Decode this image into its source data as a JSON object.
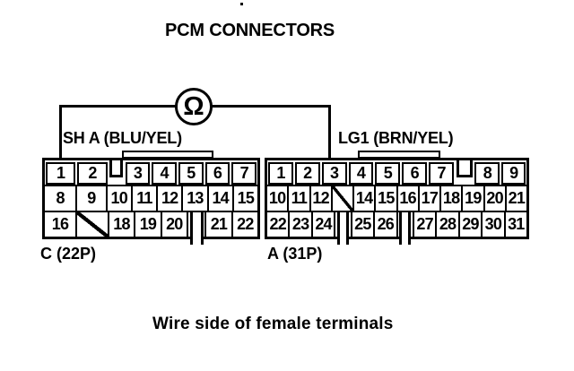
{
  "title": "PCM CONNECTORS",
  "caption": "Wire side of female terminals",
  "meter": {
    "symbol": "Ω"
  },
  "connectors": {
    "c": {
      "name": "C (22P)",
      "wire_label": "SH A (BLU/YEL)",
      "probe_pin": "1",
      "rows": [
        [
          {
            "pin": "1",
            "w": 1.3
          },
          {
            "pin": "2",
            "w": 1.3
          },
          {
            "type": "notch",
            "w": 0.8
          },
          {
            "pin": "3",
            "w": 1.05
          },
          {
            "pin": "4",
            "w": 1.05
          },
          {
            "pin": "5",
            "w": 1.05
          },
          {
            "pin": "6",
            "w": 1.05
          },
          {
            "pin": "7",
            "w": 1.05
          }
        ],
        [
          {
            "pin": "8",
            "w": 1.3
          },
          {
            "pin": "9",
            "w": 1.2
          },
          {
            "pin": "10",
            "w": 1
          },
          {
            "pin": "11",
            "w": 1
          },
          {
            "pin": "12",
            "w": 1
          },
          {
            "pin": "13",
            "w": 1
          },
          {
            "pin": "14",
            "w": 1
          },
          {
            "pin": "15",
            "w": 1
          }
        ],
        [
          {
            "pin": "16",
            "w": 1.3
          },
          {
            "type": "slash",
            "w": 1.3
          },
          {
            "pin": "18",
            "w": 1.05
          },
          {
            "pin": "19",
            "w": 1.05
          },
          {
            "pin": "20",
            "w": 1.05
          },
          {
            "type": "key",
            "w": 0.7
          },
          {
            "pin": "21",
            "w": 1.05
          },
          {
            "pin": "22",
            "w": 1.05
          }
        ]
      ]
    },
    "a": {
      "name": "A (31P)",
      "wire_label": "LG1 (BRN/YEL)",
      "probe_pin": "3",
      "rows": [
        [
          {
            "pin": "1",
            "w": 1
          },
          {
            "pin": "2",
            "w": 1
          },
          {
            "pin": "3",
            "w": 1
          },
          {
            "pin": "4",
            "w": 1
          },
          {
            "pin": "5",
            "w": 1
          },
          {
            "pin": "6",
            "w": 1
          },
          {
            "pin": "7",
            "w": 1
          },
          {
            "type": "notch",
            "w": 0.9
          },
          {
            "pin": "8",
            "w": 1
          },
          {
            "pin": "9",
            "w": 0.95
          }
        ],
        [
          {
            "pin": "10",
            "w": 1
          },
          {
            "pin": "11",
            "w": 1
          },
          {
            "pin": "12",
            "w": 1
          },
          {
            "type": "slash",
            "w": 1
          },
          {
            "pin": "14",
            "w": 1
          },
          {
            "pin": "15",
            "w": 1
          },
          {
            "pin": "16",
            "w": 1
          },
          {
            "pin": "17",
            "w": 1
          },
          {
            "pin": "18",
            "w": 1
          },
          {
            "pin": "19",
            "w": 1
          },
          {
            "pin": "20",
            "w": 1
          },
          {
            "pin": "21",
            "w": 1
          }
        ],
        [
          {
            "pin": "22",
            "w": 1
          },
          {
            "pin": "23",
            "w": 1
          },
          {
            "pin": "24",
            "w": 1
          },
          {
            "type": "key",
            "w": 0.7
          },
          {
            "pin": "25",
            "w": 1
          },
          {
            "pin": "26",
            "w": 1
          },
          {
            "type": "key",
            "w": 0.7
          },
          {
            "pin": "27",
            "w": 1
          },
          {
            "pin": "28",
            "w": 1
          },
          {
            "pin": "29",
            "w": 1
          },
          {
            "pin": "30",
            "w": 1
          },
          {
            "pin": "31",
            "w": 1
          }
        ]
      ]
    }
  }
}
